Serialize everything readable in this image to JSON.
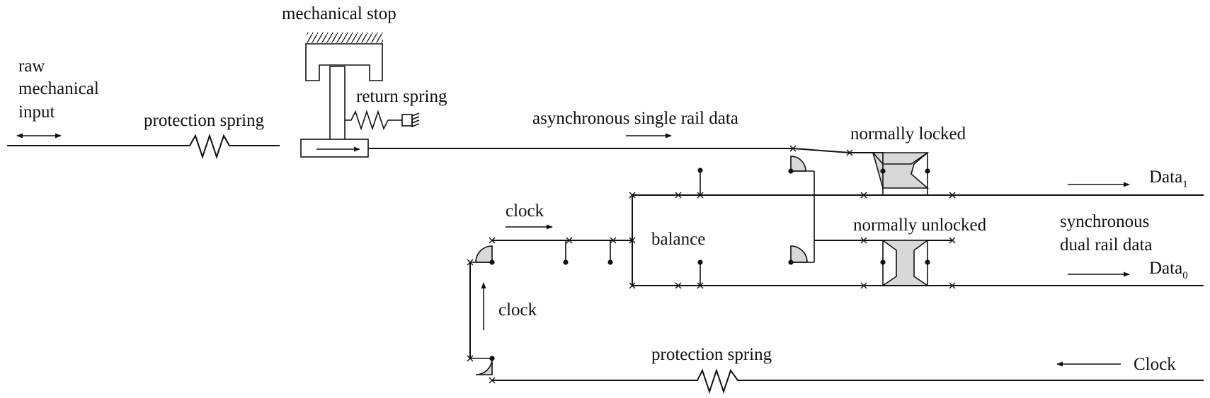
{
  "labels": {
    "raw_input": [
      "raw",
      "mechanical",
      "input"
    ],
    "mechanical_stop": "mechanical stop",
    "return_spring": "return spring",
    "protection_spring_top": "protection spring",
    "async_data": "asynchronous single rail data",
    "normally_locked": "normally locked",
    "normally_unlocked": "normally unlocked",
    "balance": "balance",
    "clock_horizontal": "clock",
    "clock_vertical": "clock",
    "sync_data": [
      "synchronous",
      "dual rail data"
    ],
    "data1": {
      "base": "Data",
      "sub": "1"
    },
    "data0": {
      "base": "Data",
      "sub": "0"
    },
    "clock_input": "Clock",
    "protection_spring_bottom": "protection spring"
  }
}
